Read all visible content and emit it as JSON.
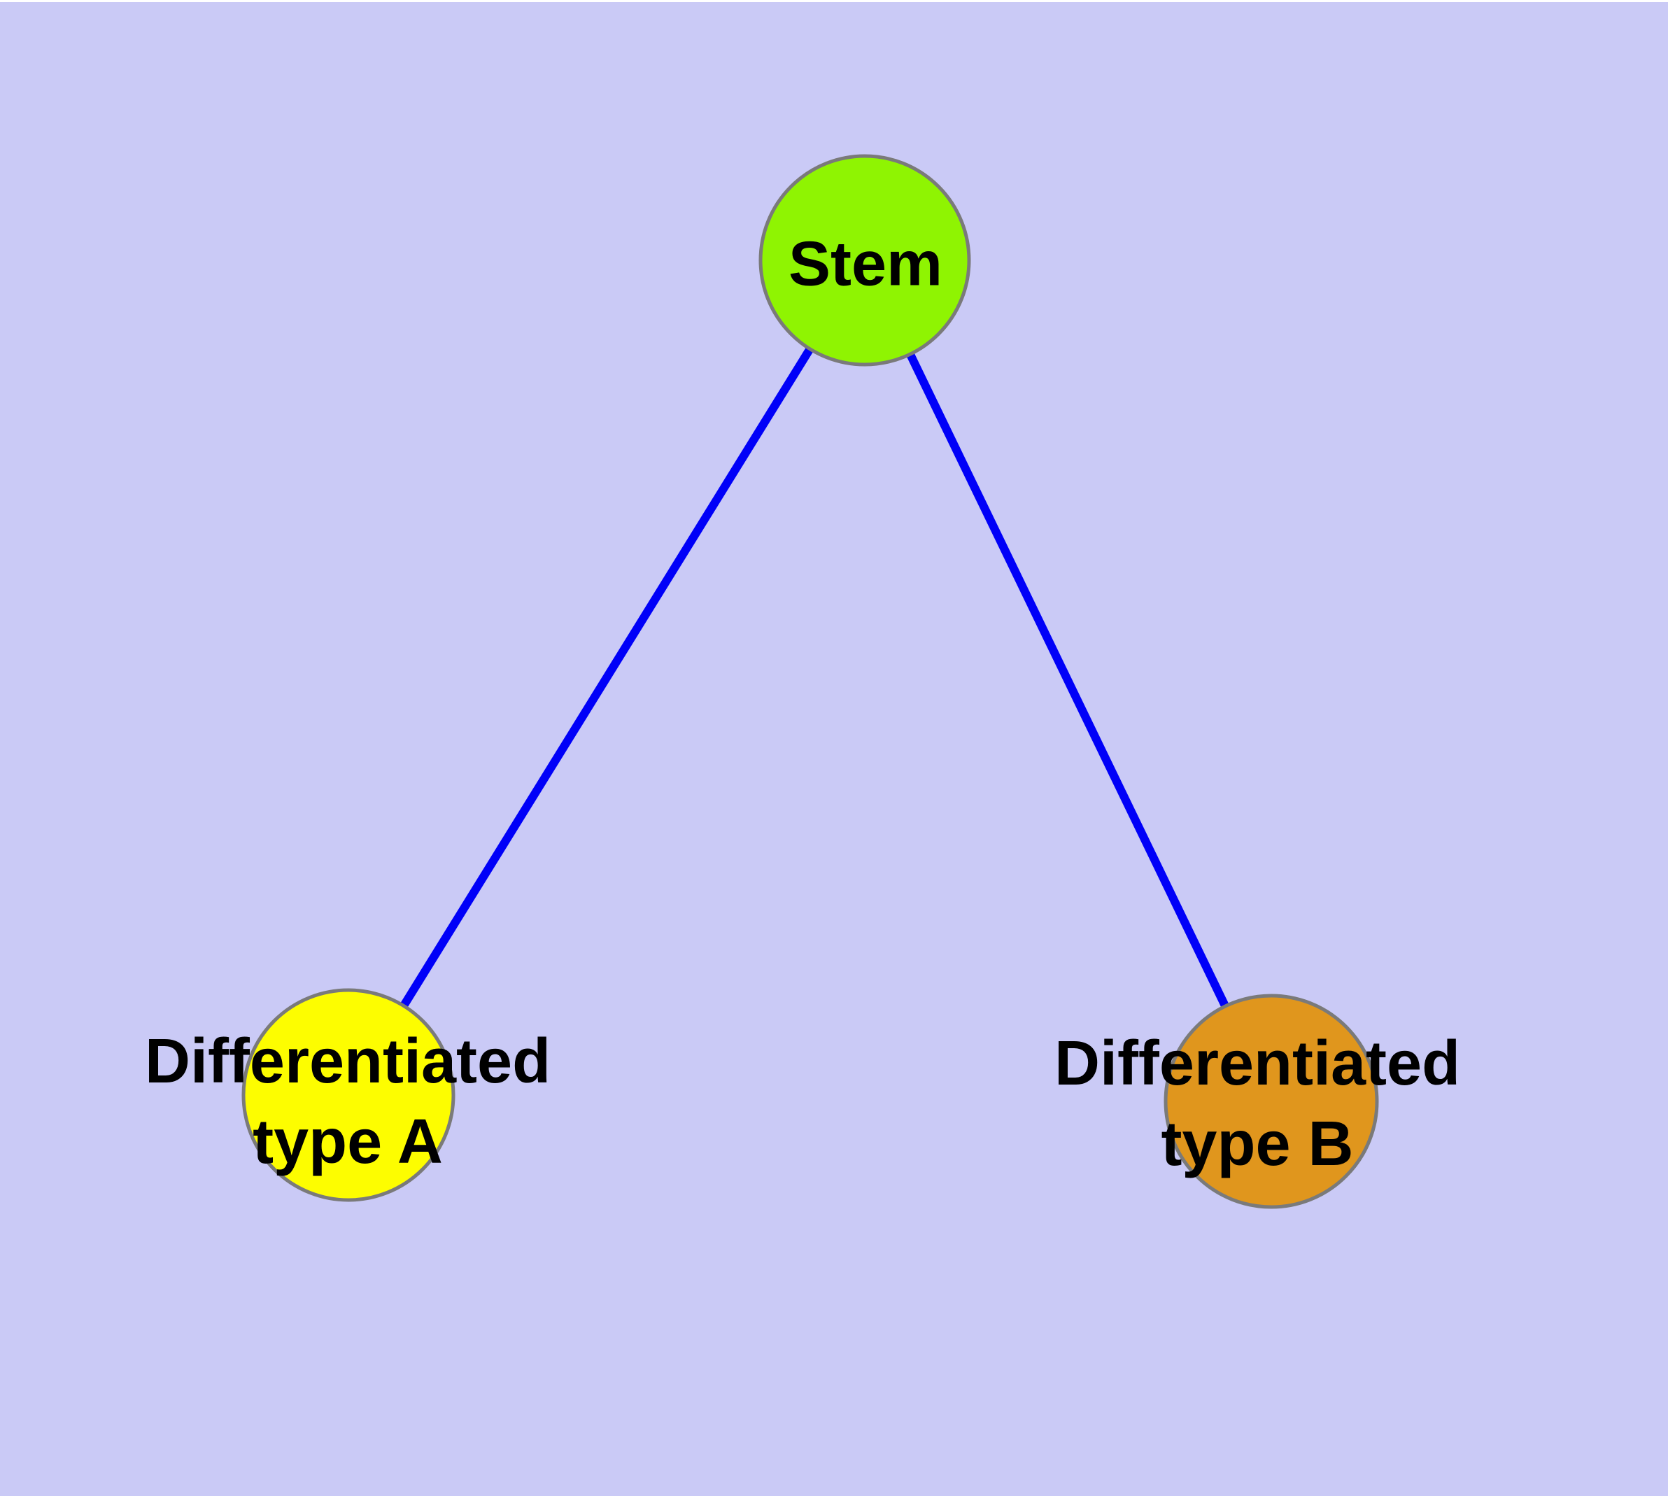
{
  "diagram": {
    "type": "graph",
    "background_color": "#cacaf6",
    "text_color": "#000000",
    "node_border_color": "#7a7a7a",
    "edge_color": "#0000f8",
    "nodes": [
      {
        "id": "stem",
        "label": "Stem",
        "fill": "#8ff402"
      },
      {
        "id": "differentiated-type-a",
        "label_line1": "Differentiated",
        "label_line2": "type A",
        "fill": "#fdfd00"
      },
      {
        "id": "differentiated-type-b",
        "label_line1": "Differentiated",
        "label_line2": "type B",
        "fill": "#e0961d"
      }
    ],
    "edges": [
      {
        "from": "stem",
        "to": "differentiated-type-a"
      },
      {
        "from": "stem",
        "to": "differentiated-type-b"
      }
    ]
  }
}
